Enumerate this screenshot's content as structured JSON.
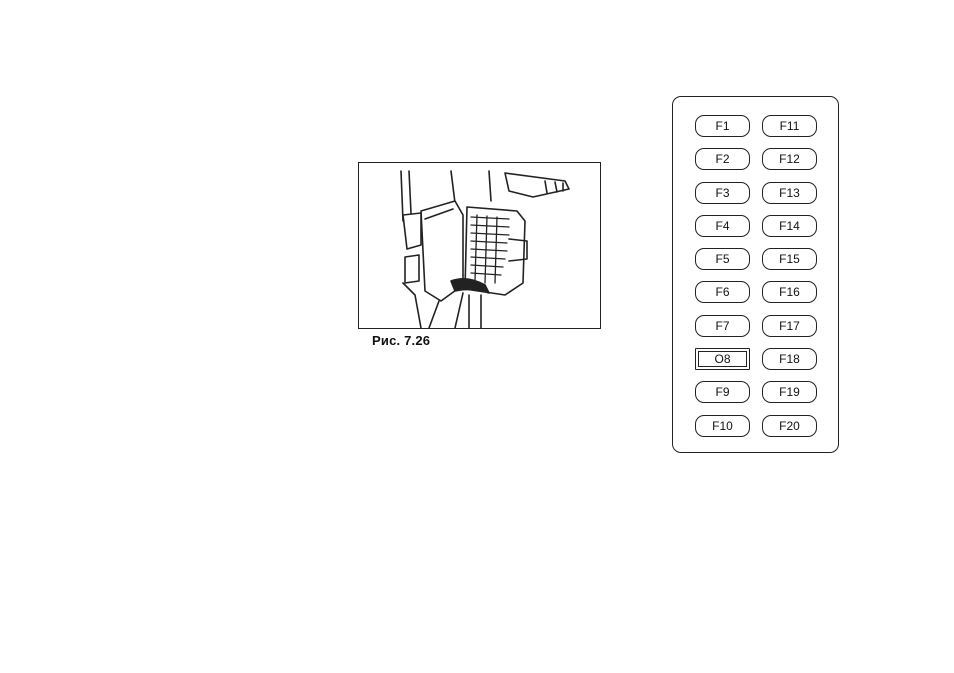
{
  "figure": {
    "caption": "Рис. 7.26"
  },
  "fuse_panel": {
    "left_column": [
      "F1",
      "F2",
      "F3",
      "F4",
      "F5",
      "F6",
      "F7",
      "O8",
      "F9",
      "F10"
    ],
    "right_column": [
      "F11",
      "F12",
      "F13",
      "F14",
      "F15",
      "F16",
      "F17",
      "F18",
      "F19",
      "F20"
    ],
    "highlighted": "O8"
  },
  "colors": {
    "ink": "#222222",
    "paper": "#ffffff"
  }
}
